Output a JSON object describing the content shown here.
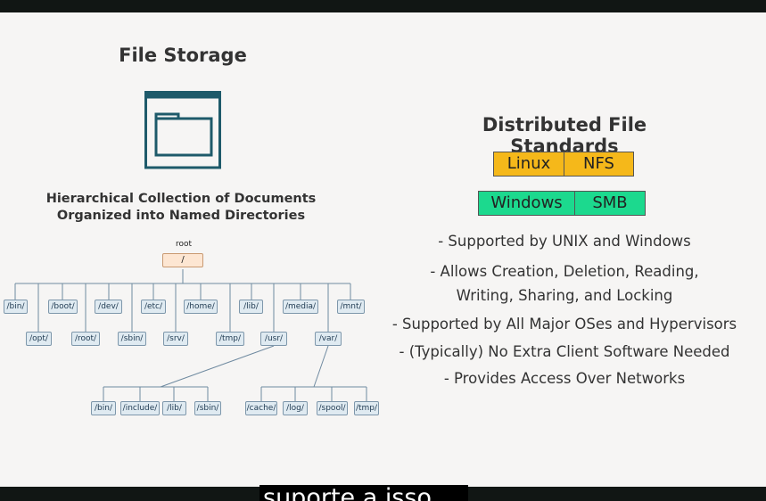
{
  "left_panel": {
    "title": "File Storage",
    "description_line1": "Hierarchical Collection of Documents",
    "description_line2": "Organized into Named Directories",
    "icon": "folder-window-icon",
    "tree": {
      "root_label": "root",
      "root_node": "/",
      "level1_top": [
        "/bin/",
        "/boot/",
        "/dev/",
        "/etc/",
        "/home/",
        "/lib/",
        "/media/",
        "/mnt/"
      ],
      "level1_bottom": [
        "/opt/",
        "/root/",
        "/sbin/",
        "/srv/",
        "/tmp/",
        "/usr/",
        "/var/"
      ],
      "usr_children": [
        "/bin/",
        "/include/",
        "/lib/",
        "/sbin/"
      ],
      "var_children": [
        "/cache/",
        "/log/",
        "/spool/",
        "/tmp/"
      ]
    }
  },
  "right_panel": {
    "title": "Distributed File Standards",
    "standards": [
      {
        "os": "Linux",
        "protocol": "NFS"
      },
      {
        "os": "Windows",
        "protocol": "SMB"
      }
    ],
    "bullets": [
      "- Supported by UNIX and Windows",
      "- Allows Creation, Deletion, Reading,",
      "Writing, Sharing, and Locking",
      "- Supported by All Major OSes and Hypervisors",
      "- (Typically) No Extra Client Software Needed",
      "- Provides Access Over Networks"
    ]
  },
  "caption": {
    "text": "suporte a isso."
  },
  "colors": {
    "icon_stroke": "#1e5a6a",
    "linux_chip": "#f5b81a",
    "windows_chip": "#1cd98e",
    "tree_node_fill": "#dfeaf1",
    "root_node_fill": "#fde6d2"
  }
}
